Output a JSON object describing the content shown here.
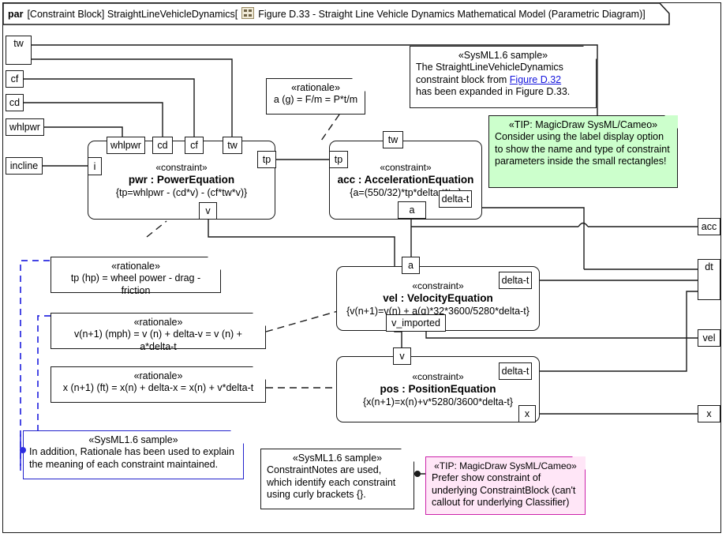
{
  "diagram": {
    "kind": "par",
    "frame_label": "[Constraint Block] StraightLineVehicleDynamics[",
    "frame_icon": "parametric-diagram-icon",
    "frame_title": "Figure D.33 - Straight Line Vehicle Dynamics Mathematical Model (Parametric Diagram)]"
  },
  "border_ports": {
    "left": [
      {
        "name": "tw",
        "label": "tw"
      },
      {
        "name": "cf",
        "label": "cf"
      },
      {
        "name": "cd",
        "label": "cd"
      },
      {
        "name": "whlpwr",
        "label": "whlpwr"
      },
      {
        "name": "incline",
        "label": "incline"
      }
    ],
    "right": [
      {
        "name": "acc",
        "label": "acc"
      },
      {
        "name": "dt",
        "label": "dt"
      },
      {
        "name": "vel",
        "label": "vel"
      },
      {
        "name": "x",
        "label": "x"
      }
    ]
  },
  "constraints": [
    {
      "id": "pwr",
      "stereotype": "«constraint»",
      "name": "pwr : PowerEquation",
      "expression": "{tp=whlpwr - (cd*v) - (cf*tw*v)}",
      "parameters": [
        "whlpwr",
        "cd",
        "cf",
        "tw",
        "i",
        "tp",
        "v"
      ]
    },
    {
      "id": "acc",
      "stereotype": "«constraint»",
      "name": "acc : AccelerationEquation",
      "expression": "{a=(550/32)*tp*delta-t*tw}",
      "parameters": [
        "tw",
        "tp",
        "delta-t",
        "a"
      ]
    },
    {
      "id": "vel",
      "stereotype": "«constraint»",
      "name": "vel : VelocityEquation",
      "expression": "{v(n+1)=v(n) + a(g)*32*3600/5280*delta-t}",
      "parameters": [
        "a",
        "delta-t",
        "v_imported"
      ]
    },
    {
      "id": "pos",
      "stereotype": "«constraint»",
      "name": "pos : PositionEquation",
      "expression": "{x(n+1)=x(n)+v*5280/3600*delta-t}",
      "parameters": [
        "v",
        "delta-t",
        "x"
      ]
    }
  ],
  "param_boxes": {
    "pwr_whlpwr": "whlpwr",
    "pwr_cd": "cd",
    "pwr_cf": "cf",
    "pwr_tw": "tw",
    "pwr_i": "i",
    "pwr_tp": "tp",
    "pwr_v": "v",
    "acc_tw": "tw",
    "acc_tp": "tp",
    "acc_deltat": "delta-t",
    "acc_a": "a",
    "vel_a": "a",
    "vel_deltat": "delta-t",
    "vel_vimported": "v_imported",
    "pos_v": "v",
    "pos_deltat": "delta-t",
    "pos_x": "x"
  },
  "notes": {
    "rationale_acc": {
      "title": "«rationale»",
      "lines": [
        "a (g) = F/m = P*t/m"
      ]
    },
    "sample_top": {
      "title": "«SysML1.6 sample»",
      "line1_pre": "The StraightLineVehicleDynamics",
      "line2_pre": "constraint block from ",
      "link": "Figure D.32",
      "line3": "has been expanded in Figure D.33."
    },
    "tip_top": {
      "title": "«TIP: MagicDraw SysML/Cameo»",
      "lines": [
        "Consider using the label display option",
        "to show the name and type of constraint",
        "parameters inside the small rectangles!"
      ]
    },
    "rationale_tp": {
      "title": "«rationale»",
      "lines": [
        "tp (hp) = wheel power - drag - friction"
      ]
    },
    "rationale_v": {
      "title": "«rationale»",
      "lines": [
        "v(n+1) (mph) = v (n) + delta-v = v (n) + a*delta-t"
      ]
    },
    "rationale_x": {
      "title": "«rationale»",
      "lines": [
        "x (n+1) (ft) = x(n) + delta-x = x(n) + v*delta-t"
      ]
    },
    "sample_rationale": {
      "title": "«SysML1.6 sample»",
      "lines": [
        "In addition, Rationale has been used to explain",
        "the meaning of each constraint maintained."
      ]
    },
    "sample_constraintnotes": {
      "title": "«SysML1.6 sample»",
      "lines": [
        "ConstraintNotes are used,",
        "which identify each constraint",
        "using curly brackets {}."
      ]
    },
    "tip_bottom": {
      "title": "«TIP: MagicDraw SysML/Cameo»",
      "lines": [
        "Prefer show constraint of",
        "underlying ConstraintBlock (can't",
        "callout for underlying Classifier)"
      ]
    }
  },
  "colors": {
    "line": "#1a1a1a",
    "tip_green_fill": "#ccffcc",
    "tip_pink_fill": "#ffe6f7",
    "tip_pink_border": "#cc22aa",
    "blue_note_border": "#2222cc",
    "blue_dashed": "#2a2ae0",
    "link": "#1515dd"
  }
}
